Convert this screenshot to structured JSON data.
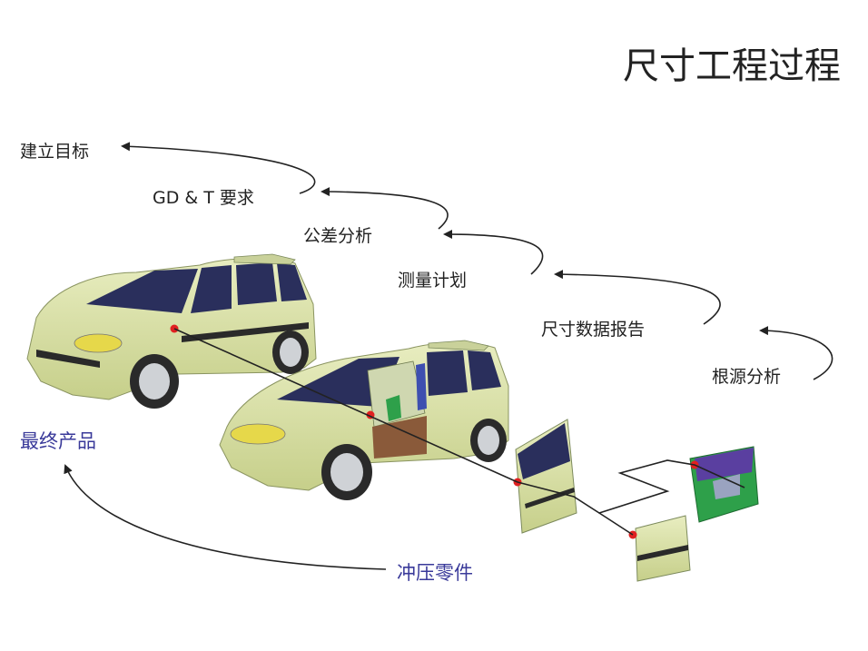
{
  "title": "尺寸工程过程",
  "steps": [
    "建立目标",
    "GD & T 要求",
    "公差分析",
    "测量计划",
    "尺寸数据报告",
    "根源分析"
  ],
  "final_product": "最终产品",
  "stamped_parts": "冲压零件",
  "colors": {
    "car_body": "#d9e0a4",
    "window": "#2a2f5c",
    "accent_text": "#3a3a9a",
    "point": "#e02020"
  }
}
